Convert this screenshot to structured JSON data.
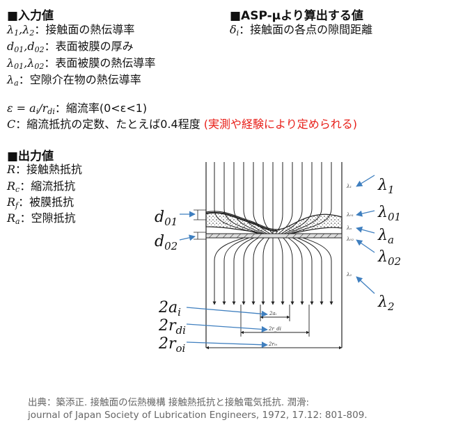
{
  "input_heading": "■入力値",
  "asp_heading": "■ASP-μより算出する値",
  "output_heading": "■出力値",
  "inputs": [
    {
      "text": "：接触面の熱伝導率"
    },
    {
      "text": "：表面被膜の厚み"
    },
    {
      "text": "：表面被膜の熱伝導率"
    },
    {
      "text": "：空隙介在物の熱伝導率"
    }
  ],
  "asp": {
    "text": "：接触面の各点の隙間距離"
  },
  "epsilon_line": {
    "text": "：縮流率(0<ε<1)"
  },
  "c_line": {
    "text": "：縮流抵抗の定数、たとえば0.4程度 ",
    "note": "(実測や経験により定められる)"
  },
  "outputs": [
    {
      "text": "：接触熱抵抗"
    },
    {
      "text": "：縮流抵抗"
    },
    {
      "text": "：被膜抵抗"
    },
    {
      "text": "：空隙抵抗"
    }
  ],
  "citation": {
    "line1": "出典：築添正. 接触面の伝熱機構 接触熱抵抗と接触電気抵抗. 潤滑:",
    "line2": "journal of Japan Society of Lubrication Engineers, 1972, 17.12:  801-809."
  },
  "colors": {
    "arrow": "#3f7fbf",
    "note": "#e8201a",
    "text": "#111111",
    "citation": "#666666"
  }
}
